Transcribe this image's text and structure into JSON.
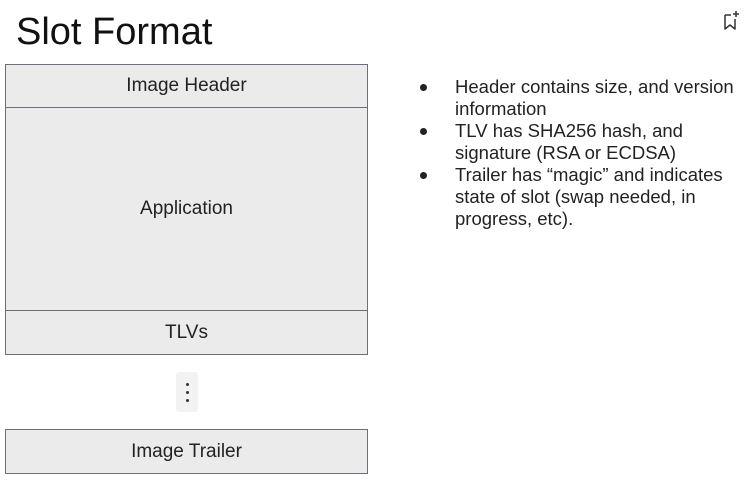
{
  "title": "Slot Format",
  "slot": {
    "image_header": "Image Header",
    "application": "Application",
    "tlvs": "TLVs",
    "image_trailer": "Image Trailer"
  },
  "bullets": [
    "Header contains size, and version information",
    "TLV has SHA256 hash, and signature (RSA or ECDSA)",
    "Trailer has “magic” and indicates state of slot (swap needed, in progress, etc)."
  ],
  "icons": {
    "bookmark": "bookmark-add-icon",
    "more": "vertical-ellipsis-icon"
  },
  "colors": {
    "box_fill": "#ebebeb",
    "box_border": "#6b6f78"
  }
}
